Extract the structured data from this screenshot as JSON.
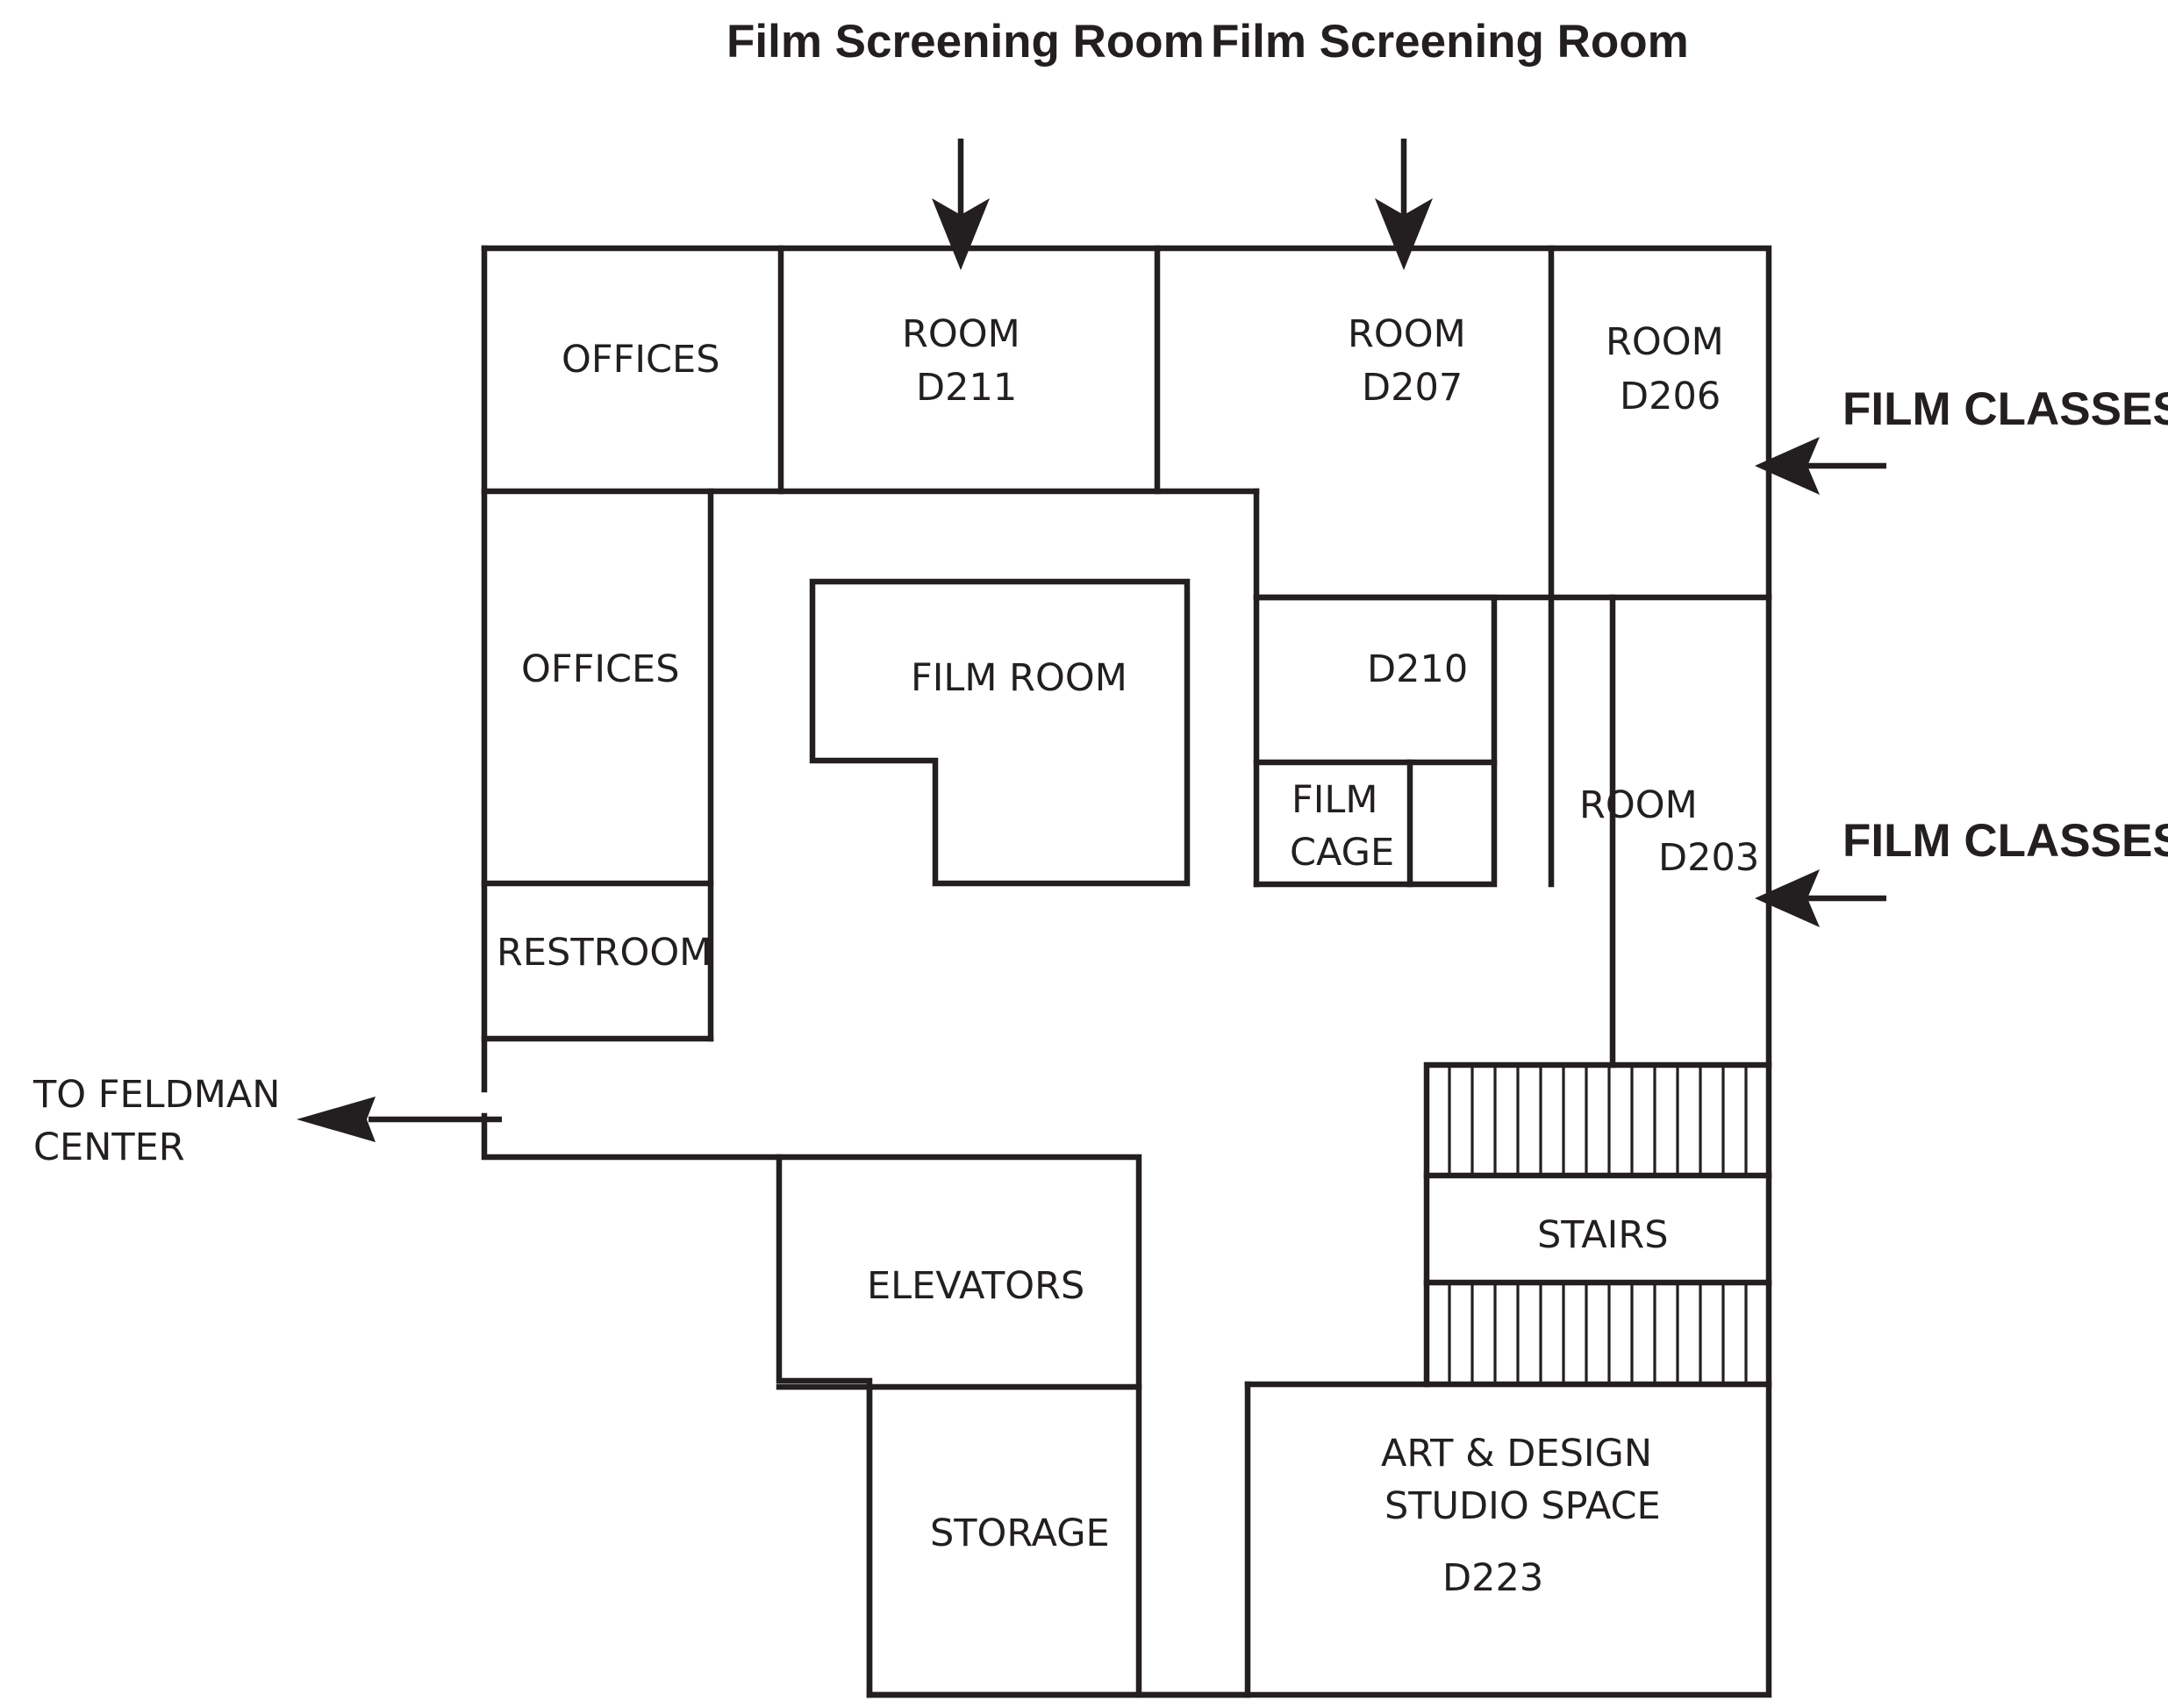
{
  "callouts": {
    "screening_left": "Film Screening Room",
    "screening_right": "Film Screening Room",
    "film_classes_top": "FILM CLASSES",
    "film_classes_bottom": "FILM CLASSES",
    "feldman_line1": "TO FELDMAN",
    "feldman_line2": "CENTER"
  },
  "rooms": {
    "offices_top": "OFFICES",
    "d211_line1": "ROOM",
    "d211_line2": "D211",
    "d207_line1": "ROOM",
    "d207_line2": "D207",
    "d206_line1": "ROOM",
    "d206_line2": "D206",
    "offices_left": "OFFICES",
    "film_room": "FILM ROOM",
    "d210": "D210",
    "film_cage_line1": "FILM",
    "film_cage_line2": "CAGE",
    "d203_line1": "ROOM",
    "d203_line2": "D203",
    "restroom": "RESTROOM",
    "stairs": "STAIRS",
    "elevators": "ELEVATORS",
    "storage": "STORAGE",
    "art_line1": "ART & DESIGN",
    "art_line2": "STUDIO SPACE",
    "art_line3": "D223"
  },
  "colors": {
    "ink": "#231f20",
    "background": "#ffffff"
  }
}
